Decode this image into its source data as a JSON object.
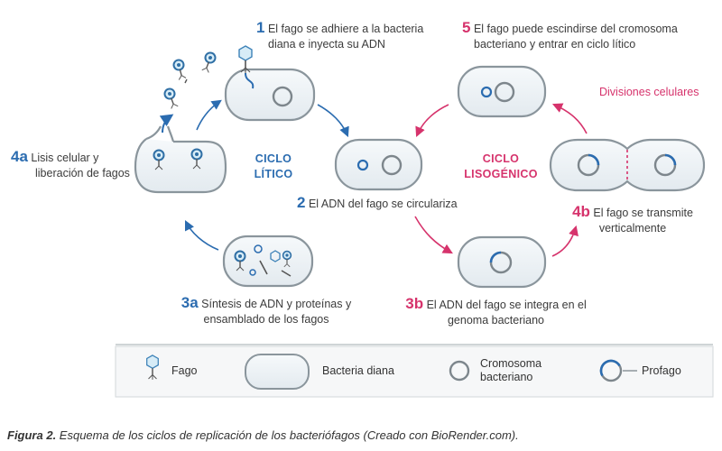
{
  "steps": {
    "s1": {
      "num": "1",
      "line1": "El fago se adhiere a la bacteria",
      "line2": "diana e inyecta su ADN"
    },
    "s2": {
      "num": "2",
      "text": "El ADN del fago se circulariza"
    },
    "s3a": {
      "num": "3a",
      "line1": "Síntesis de ADN y proteínas y",
      "line2": "ensamblado de los fagos"
    },
    "s4a": {
      "num": "4a",
      "line1": "Lisis celular y",
      "line2": "liberación de fagos"
    },
    "s5": {
      "num": "5",
      "line1": "El fago puede escindirse del cromosoma",
      "line2": "bacteriano y entrar en ciclo lítico"
    },
    "s3b": {
      "num": "3b",
      "line1": "El ADN del fago se integra en el",
      "line2": "genoma bacteriano"
    },
    "s4b": {
      "num": "4b",
      "line1": "El fago se transmite",
      "line2": "verticalmente"
    },
    "divisions": "Divisiones celulares"
  },
  "cycles": {
    "lytic": {
      "line1": "CICLO",
      "line2": "LÍTICO"
    },
    "lysogenic": {
      "line1": "CICLO",
      "line2": "LISOGÉNICO"
    }
  },
  "legend": {
    "phage": "Fago",
    "bacteria": "Bacteria diana",
    "chromosome_line1": "Cromosoma",
    "chromosome_line2": "bacteriano",
    "prophage": "Profago"
  },
  "caption": {
    "label": "Figura 2.",
    "text": " Esquema de los ciclos de replicación de los bacteriófagos (Creado con BioRender.com)."
  },
  "colors": {
    "blue": "#2b6cb0",
    "pink": "#d6336c",
    "cell_fill": "#eef3f7",
    "cell_stroke": "#8a959c",
    "chromosome": "#7d868c"
  }
}
